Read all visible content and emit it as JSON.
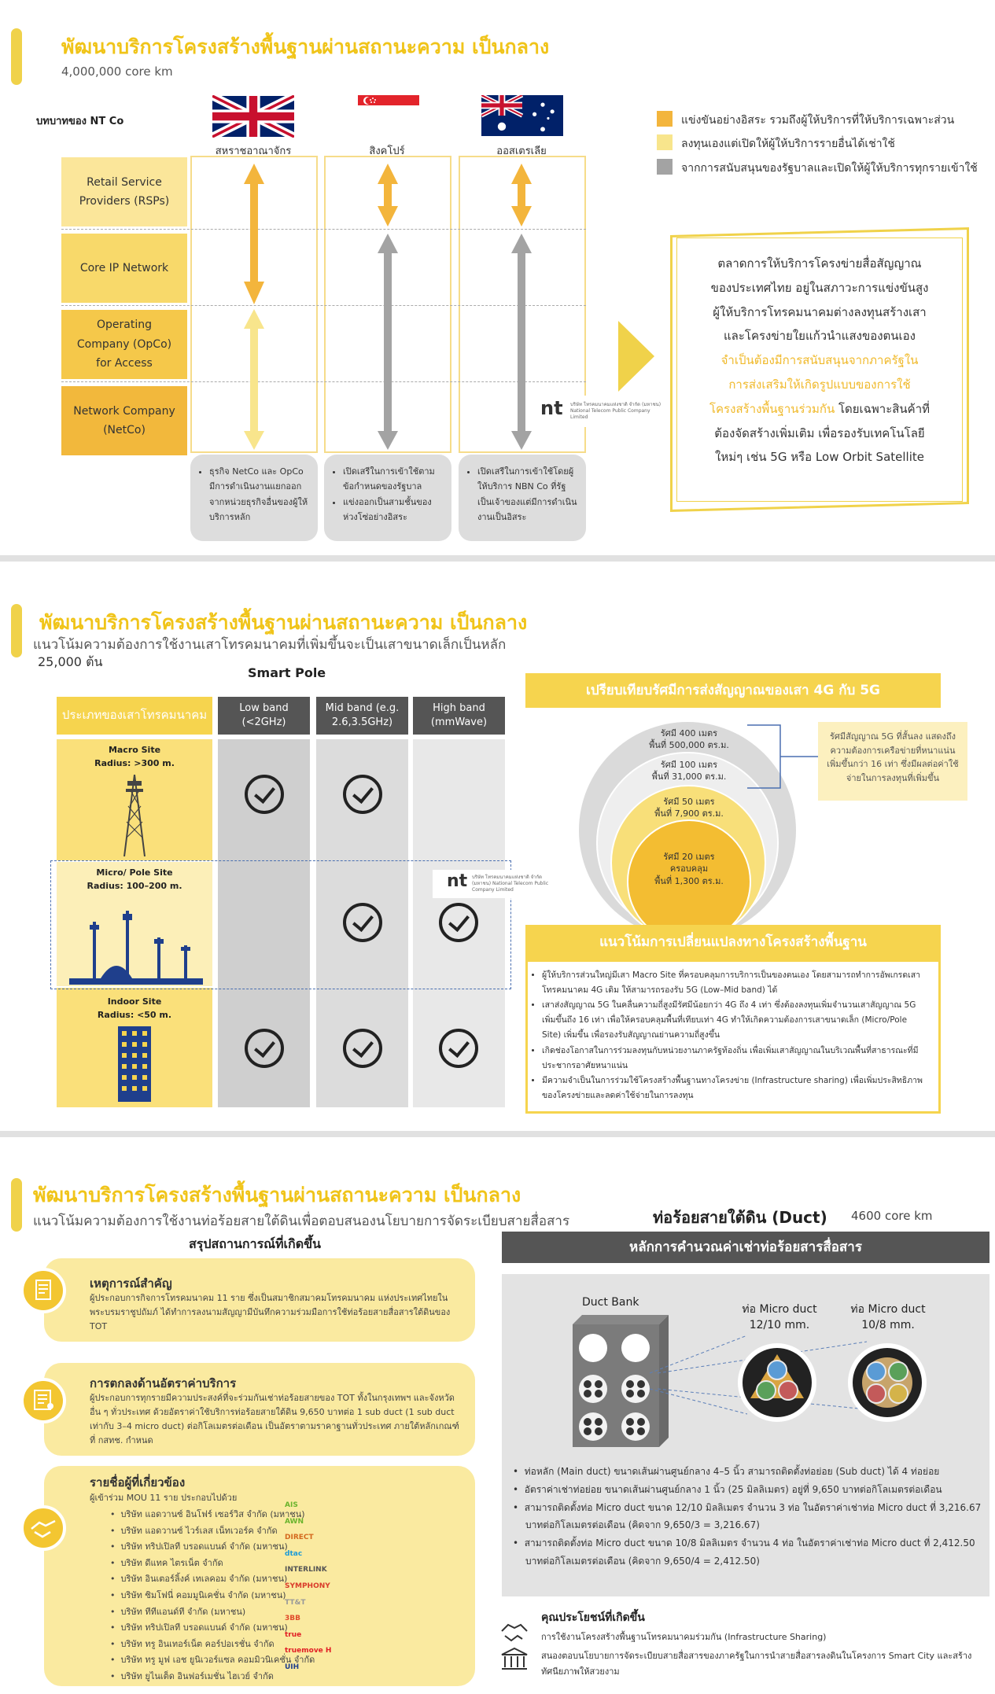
{
  "section1": {
    "title": "พัฒนาบริการโครงสร้างพื้นฐานผ่านสถานะความ เป็นกลาง",
    "subtitle": "4,000,000 core km",
    "roles_header": "บทบาทของ NT Co",
    "countries": [
      "สหราชอาณาจักร",
      "สิงคโปร์",
      "ออสเตรเลีย"
    ],
    "roles": [
      "Retail Service Providers (RSPs)",
      "Core IP Network",
      "Operating Company (OpCo) for Access",
      "Network Company (NetCo)"
    ],
    "legend": [
      "แข่งขันอย่างอิสระ รวมถึงผู้ให้บริการที่ให้บริการเฉพาะส่วน",
      "ลงทุนเองแต่เปิดให้ผู้ให้บริการรายอื่นได้เช่าใช้",
      "จากการสนับสนุนของรัฐบาลและเปิดให้ผู้ให้บริการทุกรายเข้าใช้"
    ],
    "legend_colors": [
      "#f3b53c",
      "#f8e58c",
      "#a3a3a3"
    ],
    "notes": [
      [
        "ธุรกิจ NetCo และ OpCo มีการดำเนินงานแยกออกจากหน่วยธุรกิจอื่นของผู้ให้บริการหลัก"
      ],
      [
        "เปิดเสรีในการเข้าใช้ตามข้อกำหนดของรัฐบาล",
        "แข่งออกเป็นสามชั้นของห่วงโซ่อย่างอิสระ"
      ],
      [
        "เปิดเสรีในการเข้าใช้โดยผู้ให้บริการ NBN Co ที่รัฐเป็นเจ้าของแต่มีการดำเนินงานเป็นอิสระ"
      ]
    ],
    "box_lines_dark": [
      "ตลาดการให้บริการโครงข่ายสื่อสัญญาณ",
      "ของประเทศไทย อยู่ในสภาวะการแข่งขันสูง",
      "ผู้ให้บริการโทรคมนาคมต่างลงทุนสร้างเสา",
      "และโครงข่ายใยแก้วนำแสงของตนเอง"
    ],
    "box_lines_gold": [
      "จำเป็นต้องมีการสนับสนุนจากภาครัฐใน",
      "การส่งเสริมให้เกิดรูปแบบของการใช้"
    ],
    "box_line7_gold": "โครงสร้างพื้นฐานร่วมกัน",
    "box_line7_dark": " โดยเฉพาะสินค้าที่",
    "box_lines_end": [
      "ต้องจัดสร้างเพิ่มเติม เพื่อรองรับเทคโนโลยี",
      "ใหม่ๆ เช่น 5G หรือ Low Orbit Satellite"
    ],
    "nt_logo": "nt",
    "nt_caption": "บริษัท โทรคมนาคมแห่งชาติ จำกัด (มหาชน) National Telecom Public Company Limited"
  },
  "section2": {
    "title": "พัฒนาบริการโครงสร้างพื้นฐานผ่านสถานะความ เป็นกลาง",
    "subtitle": "แนวโน้มความต้องการใช้งานเสาโทรคมนาคมที่เพิ่มขึ้นจะเป็นเสาขนาดเล็กเป็นหลัก",
    "count": "25,000 ต้น",
    "smart_pole": "Smart Pole",
    "col0": "ประเภทของเสาโทรคมนาคม",
    "col_headers": [
      "Low band (<2GHz)",
      "Mid band (e.g. 2.6,3.5GHz)",
      "High band (mmWave)"
    ],
    "sites": [
      {
        "name": "Macro Site",
        "radius": "Radius: >300 m."
      },
      {
        "name": "Micro/ Pole Site",
        "radius": "Radius: 100–200 m."
      },
      {
        "name": "Indoor Site",
        "radius": "Radius: <50 m."
      }
    ],
    "checks": [
      [
        true,
        true,
        false
      ],
      [
        false,
        true,
        true
      ],
      [
        true,
        true,
        true
      ]
    ],
    "compare_title": "เปรียบเทียบรัศมีการส่งสัญญาณของเสา 4G กับ 5G",
    "rings": [
      [
        "รัศมี 400 เมตร",
        "พื้นที่ 500,000 ตร.ม."
      ],
      [
        "รัศมี 100 เมตร",
        "พื้นที่ 31,000 ตร.ม."
      ],
      [
        "รัศมี 50 เมตร",
        "พื้นที่ 7,900 ตร.ม."
      ],
      [
        "รัศมี 20 เมตร",
        "ครอบคลุม",
        "พื้นที่ 1,300 ตร.ม."
      ]
    ],
    "ring_note": "รัศมีสัญญาณ 5G ที่สั้นลง แสดงถึงความต้องการเครือข่ายที่หนาแน่นเพิ่มขึ้นกว่า 16 เท่า ซึ่งมีผลต่อค่าใช้จ่ายในการลงทุนที่เพิ่มขึ้น",
    "trend_title": "แนวโน้มการเปลี่ยนแปลงทางโครงสร้างพื้นฐาน",
    "trend_bullets": [
      "ผู้ให้บริการส่วนใหญ่มีเสา Macro Site ที่ครอบคลุมการบริการเป็นของตนเอง โดยสามารถทำการอัพเกรดเสาโทรคมนาคม 4G เดิม ให้สามารถรองรับ 5G (Low–Mid band) ได้",
      "เสาส่งสัญญาณ 5G ในคลื่นความถี่สูงมีรัศมีน้อยกว่า 4G ถึง 4 เท่า ซึ่งต้องลงทุนเพิ่มจำนวนเสาสัญญาณ 5G เพิ่มขึ้นถึง 16 เท่า เพื่อให้ครอบคลุมพื้นที่เทียบเท่า 4G ทำให้เกิดความต้องการเสาขนาดเล็ก (Micro/Pole Site) เพิ่มขึ้น เพื่อรองรับสัญญาณย่านความถี่สูงขึ้น",
      "เกิดช่องโอกาสในการร่วมลงทุนกับหน่วยงานภาครัฐท้องถิ่น เพื่อเพิ่มเสาสัญญาณในบริเวณพื้นที่สาธารณะที่มีประชากรอาศัยหนาแน่น",
      "มีความจำเป็นในการร่วมใช้โครงสร้างพื้นฐานทางโครงข่าย (Infrastructure sharing) เพื่อเพิ่มประสิทธิภาพของโครงข่ายและลดค่าใช้จ่ายในการลงทุน"
    ]
  },
  "section3": {
    "title": "พัฒนาบริการโครงสร้างพื้นฐานผ่านสถานะความ เป็นกลาง",
    "subtitle": "แนวโน้มความต้องการใช้งานท่อร้อยสายใต้ดินเพื่อตอบสนองนโยบายการจัดระเบียบสายสื่อสาร",
    "summary_title": "สรุปสถานการณ์ที่เกิดขึ้น",
    "duct_title": "ท่อร้อยสายใต้ดิน (Duct)",
    "duct_km": "4600 core km",
    "calc_title": "หลักการคำนวณค่าเช่าท่อร้อยสารสื่อสาร",
    "cards": [
      {
        "head": "เหตุการณ์สำคัญ",
        "body": "ผู้ประกอบการกิจการโทรคมนาคม 11 ราย ซึ่งเป็นสมาชิกสมาคมโทรคมนาคม แห่งประเทศไทยในพระบรมราชูปถัมภ์ ได้ทำการลงนามสัญญามีบันทึกความร่วมมือการใช้ท่อร้อยสายสื่อสารใต้ดินของ TOT"
      },
      {
        "head": "การตกลงด้านอัตราค่าบริการ",
        "body": "ผู้ประกอบการทุกรายมีความประสงค์ที่จะร่วมกันเช่าท่อร้อยสายของ TOT ทั้งในกรุงเทพฯ และจังหวัดอื่น ๆ ทั่วประเทศ ด้วยอัตราค่าใช้บริการท่อร้อยสายใต้ดิน 9,650 บาทต่อ 1 sub duct (1 sub duct เท่ากับ 3–4 micro duct) ต่อกิโลเมตรต่อเดือน เป็นอัตราตามราคาฐานทั่วประเทศ ภายใต้หลักเกณฑ์ที่ กสทช. กำหนด"
      },
      {
        "head": "รายชื่อผู้ที่เกี่ยวข้อง",
        "body": "ผู้เข้าร่วม MOU 11 ราย ประกอบไปด้วย"
      }
    ],
    "companies": [
      "บริษัท แอดวานซ์ อินโฟร์ เซอร์วิส จำกัด (มหาชน)",
      "บริษัท แอดวานซ์ ไวร์เลส เน็ทเวอร์ค จำกัด",
      "บริษัท ทริปเปิลที บรอดแบนด์ จำกัด (มหาชน)",
      "บริษัท ดีแทค ไตรเน็ต จำกัด",
      "บริษัท อินเตอร์ลิ้งค์ เทเลคอม จำกัด (มหาชน)",
      "บริษัท ซิมโฟนี่ คอมมูนิเคชั่น จำกัด (มหาชน)",
      "บริษัท ทีทีแอนด์ที จำกัด (มหาชน)",
      "บริษัท ทริปเปิลที บรอดแบนด์ จำกัด (มหาชน)",
      "บริษัท ทรู อินเทอร์เน็ต คอร์ปอเรชั่น จำกัด",
      "บริษัท ทรู มูฟ เอช ยูนิเวอร์แซล คอมมิวนิเคชั่น จำกัด",
      "บริษัท ยูไนเต็ด อินฟอร์เมชั่น ไฮเวย์ จำกัด"
    ],
    "brand_logos": [
      "AIS",
      "AWN",
      "DIRECT",
      "dtac",
      "INTERLINK",
      "SYMPHONY",
      "TT&T",
      "3BB",
      "true",
      "truemove H",
      "UIH"
    ],
    "duct_bank": "Duct Bank",
    "micro1": "ท่อ Micro duct 12/10 mm.",
    "micro2": "ท่อ Micro duct 10/8 mm.",
    "calc_bullets": [
      "ท่อหลัก (Main duct) ขนาดเส้นผ่านศูนย์กลาง 4–5 นิ้ว สามารถติดตั้งท่อย่อย (Sub duct) ได้ 4 ท่อย่อย",
      "อัตราค่าเช่าท่อย่อย ขนาดเส้นผ่านศูนย์กลาง 1 นิ้ว (25 มิลลิเมตร) อยู่ที่ 9,650 บาทต่อกิโลเมตรต่อเดือน",
      "สามารถติดตั้งท่อ Micro duct ขนาด 12/10 มิลลิเมตร จำนวน 3 ท่อ ในอัตราค่าเช่าท่อ Micro duct ที่ 3,216.67 บาทต่อกิโลเมตรต่อเดือน (คิดจาก 9,650/3 = 3,216.67)",
      "สามารถติดตั้งท่อ Micro duct ขนาด 10/8 มิลลิเมตร จำนวน 4 ท่อ ในอัตราค่าเช่าท่อ Micro duct ที่ 2,412.50 บาทต่อกิโลเมตรต่อเดือน (คิดจาก 9,650/4 = 2,412.50)"
    ],
    "benefit_title": "คุณประโยชน์ที่เกิดขึ้น",
    "benefits": [
      "การใช้งานโครงสร้างพื้นฐานโทรคมนาคมร่วมกัน (Infrastructure Sharing)",
      "สนองตอบนโยบายการจัดระเบียบสายสื่อสารของภาครัฐในการนำสายสื่อสารลงดินในโครงการ Smart City และสร้างทัศนียภาพให้สวยงาม"
    ]
  }
}
